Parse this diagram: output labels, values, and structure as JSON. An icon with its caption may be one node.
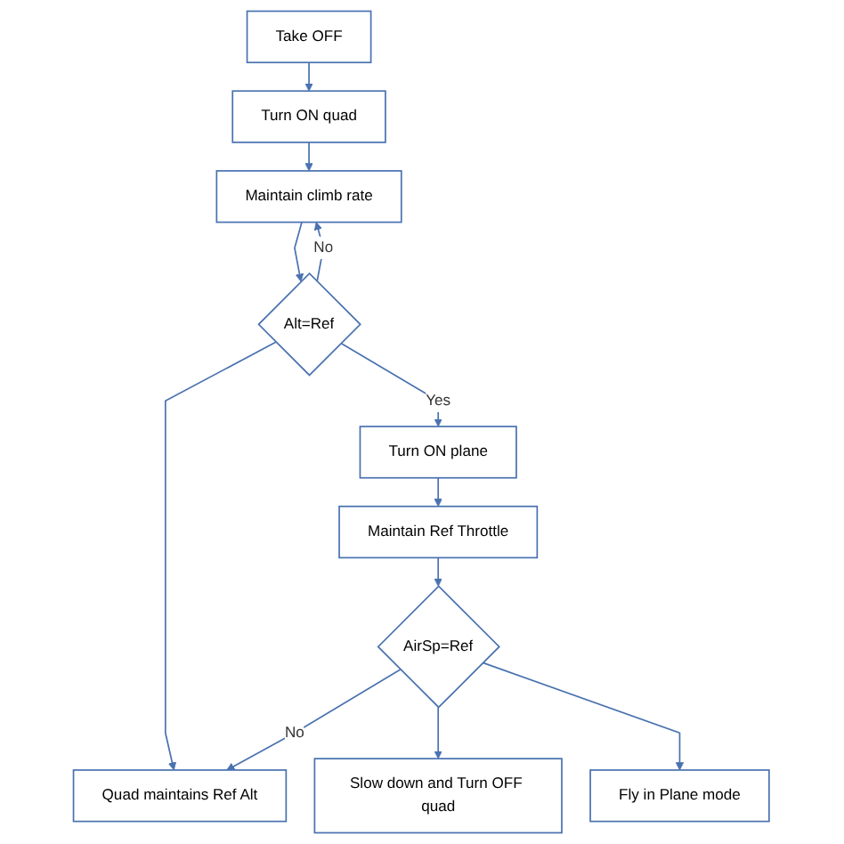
{
  "diagram": {
    "nodes": [
      {
        "text": [
          "Take OFF"
        ]
      },
      {
        "text": [
          "Turn ON quad"
        ]
      },
      {
        "text": [
          "Maintain climb rate"
        ]
      },
      {
        "text": [
          "Alt=Ref"
        ]
      },
      {
        "text": [
          "Quad maintains Ref Alt"
        ]
      },
      {
        "text": [
          "Turn ON plane"
        ]
      },
      {
        "text": [
          "Maintain Ref Throttle"
        ]
      },
      {
        "text": [
          "AirSp=Ref"
        ]
      },
      {
        "text": [
          "Slow down and Turn OFF quad"
        ]
      },
      {
        "text": [
          "Fly in Plane mode"
        ]
      }
    ],
    "edges": [
      {
        "from": 0,
        "to": 1,
        "arrow": "to"
      },
      {
        "from": 1,
        "to": 2,
        "arrow": "to"
      },
      {
        "from": 2,
        "to": 3,
        "arrow": "to"
      },
      {
        "from": 3,
        "to": 2,
        "label": "No",
        "arrow": "to"
      },
      {
        "from": 3,
        "to": 4,
        "arrow": "to"
      },
      {
        "from": 3,
        "to": 5,
        "label": "Yes",
        "arrow": "to"
      },
      {
        "from": 5,
        "to": 6,
        "arrow": "to"
      },
      {
        "from": 6,
        "to": 7,
        "arrow": "to"
      },
      {
        "from": 7,
        "to": 4,
        "label": "No",
        "arrow": "to"
      },
      {
        "from": 7,
        "to": 8,
        "arrow": "to"
      },
      {
        "from": 7,
        "to": 9,
        "arrow": "to"
      }
    ]
  }
}
